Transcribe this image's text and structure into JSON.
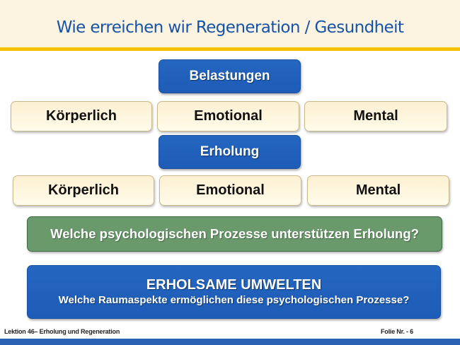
{
  "slide": {
    "title": "Wie erreichen wir Regeneration / Gesundheit",
    "colors": {
      "title": "#1553a8",
      "header_bg": "#fdf3e1",
      "rule": "#f6c100",
      "blue_box": "#1f5fba",
      "tan_box": "#fdf3d9",
      "green_box": "#6a9a6b",
      "bottom_bar": "#2a63b3"
    }
  },
  "belastungen": {
    "label": "Belastungen",
    "items": [
      "Körperlich",
      "Emotional",
      "Mental"
    ]
  },
  "erholung": {
    "label": "Erholung",
    "items": [
      "Körperlich",
      "Emotional",
      "Mental"
    ]
  },
  "question": "Welche psychologischen Prozesse unterstützen Erholung?",
  "environments": {
    "title": "ERHOLSAME UMWELTEN",
    "subtitle": "Welche Raumaspekte ermöglichen diese psychologischen Prozesse?"
  },
  "footer": {
    "lesson": "Lektion 46– Erholung und Regeneration",
    "slide_number": "Folie Nr. - 6"
  }
}
